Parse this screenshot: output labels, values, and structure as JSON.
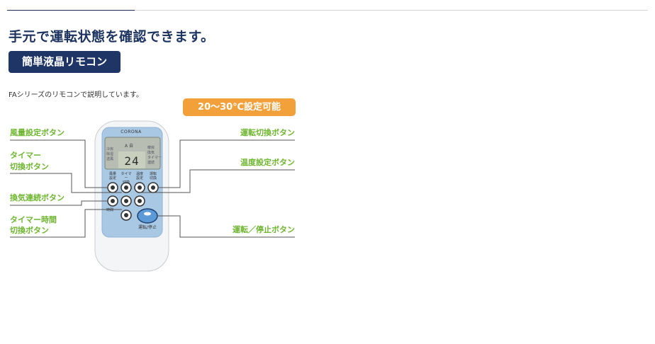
{
  "headline": "手元で運転状態を確認できます。",
  "badge": "簡単液晶リモコン",
  "note": "FAシリーズのリモコンで説明しています。",
  "range_pill": "20〜30℃設定可能",
  "labels": {
    "fan": "風量設定ボタン",
    "timer_1": "タイマー",
    "timer_2": "切換ボタン",
    "vent": "換気連続ボタン",
    "timer_time_1": "タイマー時間",
    "timer_time_2": "切換ボタン",
    "mode": "運転切換ボタン",
    "temp": "温度設定ボタン",
    "power": "運転／停止ボタン"
  },
  "remote": {
    "brand": "CORONA",
    "display_temp": "24",
    "display_mode": "A 自",
    "display_left": [
      "冷房",
      "除湿",
      "送風"
    ],
    "display_right": [
      "暖房",
      "換気",
      "タイマー",
      "連続"
    ],
    "button_caps": [
      "風量\n設定",
      "タイマー\n切換",
      "温度\n設定",
      "運転\n切換"
    ],
    "timer_cap": "時間",
    "power_cap": "運転/停止"
  },
  "colors": {
    "navy": "#1e3566",
    "green_label": "#6fb630",
    "orange_pill": "#f2a03a",
    "remote_panel": "#a9c8e4"
  },
  "icons": [
    "remote-control-illustration"
  ]
}
